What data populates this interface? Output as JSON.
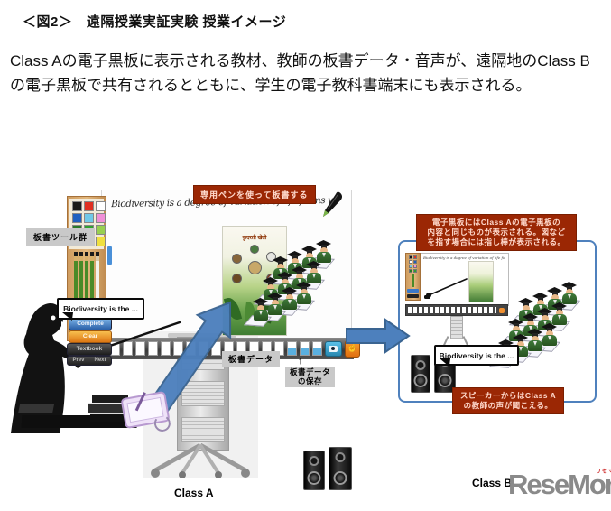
{
  "header": {
    "title": "＜図2＞　遠隔授業実証実験 授業イメージ",
    "description": "Class Aの電子黒板に表示される教材、教師の板書データ・音声が、遠隔地のClass Bの電子黒板で共有されるとともに、学生の電子教科書端末にも表示される。"
  },
  "class_a": {
    "label": "Class A",
    "pen_annotation": "専用ペンを使って板書する",
    "tools_label": "板書ツール群",
    "handwriting": "Biodiversity is a degree of variation of life forms within a given ecosystem.",
    "speech": "Biodiversity is the ...",
    "buttons": {
      "complete": "Complete",
      "clear": "Clear",
      "textbook": "Textbook",
      "prev": "Prev",
      "next": "Next"
    },
    "board_data_label": "板書データ",
    "save_arrow": "↑",
    "save_label_lines": [
      "板書データ",
      "の保存"
    ],
    "poster_title": "कुदरती खेती",
    "palette_colors": [
      "#1a1a1a",
      "#e03020",
      "#ffffff",
      "#2060c0",
      "#70c8e8",
      "#f090d8",
      "#2a7a28",
      "#30a030",
      "#98d050",
      "#8a3aa0",
      "#f08020",
      "#f0e040"
    ],
    "filmstrip_count": 17,
    "students_rows": 3,
    "students_cols": 4
  },
  "class_b": {
    "label": "Class B",
    "board_annotation_lines": [
      "電子黒板にはClass Aの電子黒板の",
      "内容と同じものが表示される。図など",
      "を指す場合には指し棒が表示される。"
    ],
    "speaker_annotation_lines": [
      "スピーカーからはClass A",
      "の教師の声が聞こえる。"
    ],
    "speech": "Biodiversity is the ...",
    "students_rows": 3,
    "students_cols": 4
  },
  "logo": {
    "text": "ReseMom",
    "period": ".",
    "ruby": "リセマム"
  },
  "colors": {
    "annotation_bg": "#9b2704",
    "annotation_text": "#ffd9cc",
    "arrow_fill": "#4d80bd",
    "arrow_stroke": "#3a6491",
    "box_border": "#4f81bd",
    "logo_gray": "#8a8a8a",
    "ruby_red": "#cc2020"
  }
}
